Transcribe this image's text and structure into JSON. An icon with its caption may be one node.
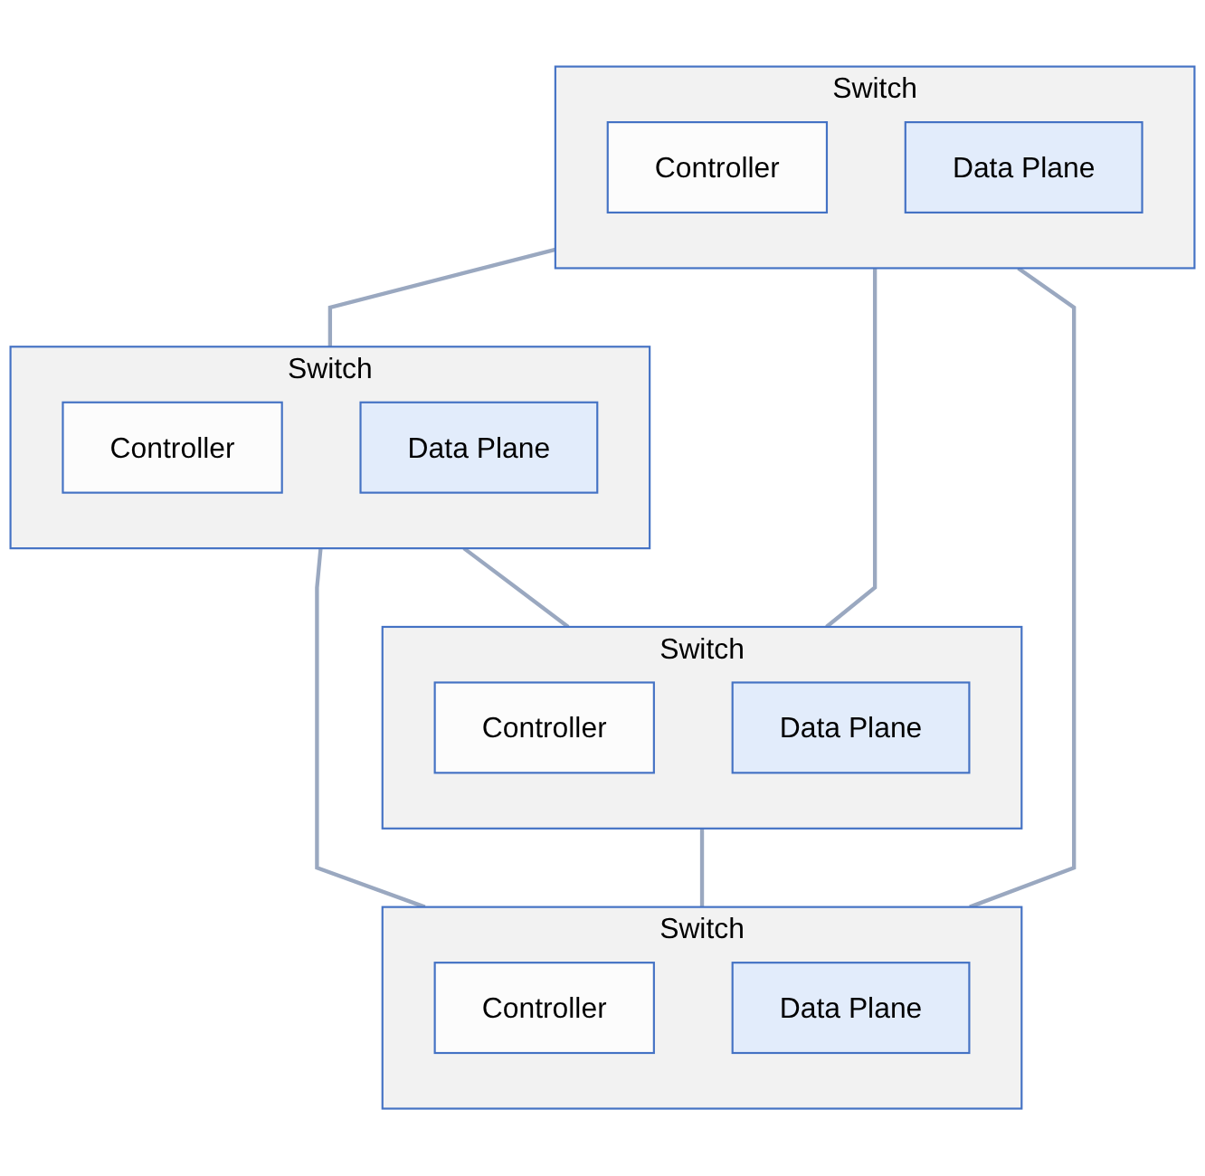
{
  "diagram": {
    "nodes": [
      {
        "text": [
          "Switch"
        ]
      },
      {
        "text": [
          "Controller"
        ],
        "in": 0
      },
      {
        "text": [
          "Data Plane"
        ],
        "in": 0
      },
      {
        "text": [
          "Switch"
        ]
      },
      {
        "text": [
          "Controller"
        ],
        "in": 3
      },
      {
        "text": [
          "Data Plane"
        ],
        "in": 3
      },
      {
        "text": [
          "Switch"
        ]
      },
      {
        "text": [
          "Controller"
        ],
        "in": 6
      },
      {
        "text": [
          "Data Plane"
        ],
        "in": 6
      },
      {
        "text": [
          "Switch"
        ]
      },
      {
        "text": [
          "Controller"
        ],
        "in": 9
      },
      {
        "text": [
          "Data Plane"
        ],
        "in": 9
      }
    ],
    "edges": [
      {
        "from": 0,
        "to": 3,
        "arrow": "none"
      },
      {
        "from": 0,
        "to": 6,
        "arrow": "none"
      },
      {
        "from": 3,
        "to": 9,
        "arrow": "none"
      },
      {
        "from": 0,
        "to": 9,
        "arrow": "none"
      },
      {
        "from": 3,
        "to": 6,
        "arrow": "none"
      },
      {
        "from": 6,
        "to": 9,
        "arrow": "none"
      }
    ]
  }
}
